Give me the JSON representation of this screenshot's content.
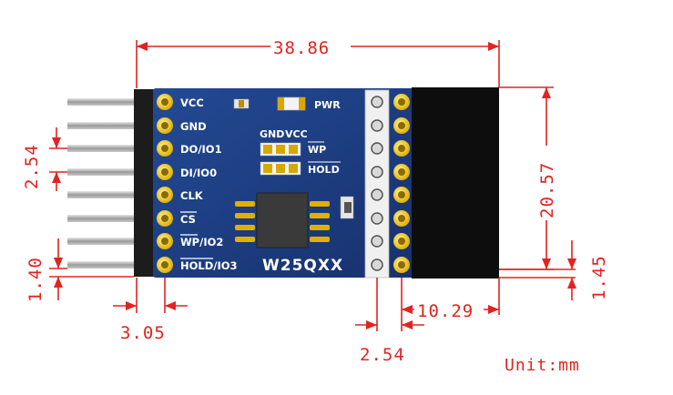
{
  "module": {
    "chip_marking": "W25QXX",
    "pwr_label": "PWR",
    "gnd_label": "GND",
    "vcc_label": "VCC",
    "wp_label": "WP",
    "hold_label": "HOLD"
  },
  "pins": [
    {
      "label": "VCC",
      "overline": false
    },
    {
      "label": "GND",
      "overline": false
    },
    {
      "label": "DO/IO1",
      "overline": false
    },
    {
      "label": "DI/IO0",
      "overline": false
    },
    {
      "label": "CLK",
      "overline": false
    },
    {
      "label": "CS",
      "overline": true
    },
    {
      "label": "WP/IO2",
      "overline": "WP"
    },
    {
      "label": "HOLD/IO3",
      "overline": "HOLD"
    }
  ],
  "dimensions": {
    "width_total": "38.86",
    "height_board": "20.57",
    "pin_pitch_left": "2.54",
    "pin_offset_left": "1.40",
    "header_width": "3.05",
    "pin_pitch_bottom": "2.54",
    "connector_width": "10.29",
    "pin_offset_right": "1.45"
  },
  "unit_label": "Unit:mm",
  "colors": {
    "pcb": "#1b3a7e",
    "dimension": "#e3231f",
    "pad_gold": "#f2c200",
    "header_black": "#0d0d0d"
  }
}
